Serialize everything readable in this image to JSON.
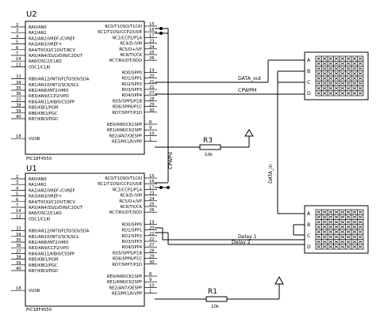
{
  "chips": [
    {
      "ref": "U2",
      "part": "PIC18F4550",
      "left_pins": [
        {
          "num": "2",
          "name": "RA0/AN0"
        },
        {
          "num": "3",
          "name": "RA1/AN1"
        },
        {
          "num": "4",
          "name": "RA2/AN2/VREF-/CVREF"
        },
        {
          "num": "5",
          "name": "RA3/AN3/VREF+"
        },
        {
          "num": "6",
          "name": "RA4/T0CKI/C1OUT/RCV"
        },
        {
          "num": "7",
          "name": "RA5/AN4/SS/LVDIN/C2OUT"
        },
        {
          "num": "14",
          "name": "RA6/OSC2/CLKO"
        },
        {
          "num": "13",
          "name": "OSC1/CLKI"
        },
        {
          "num": "33",
          "name": "RB0/AN12/INT0/FLT0/SDI/SDA"
        },
        {
          "num": "34",
          "name": "RB1/AN10/INT1/SCK/SCL"
        },
        {
          "num": "35",
          "name": "RB2/AN8/INT2/VMO"
        },
        {
          "num": "36",
          "name": "RB3/AN9/CCP2/VPO"
        },
        {
          "num": "37",
          "name": "RB4/AN11/KBI0/CSSPP"
        },
        {
          "num": "38",
          "name": "RB5/KBI1/PGM"
        },
        {
          "num": "39",
          "name": "RB6/KBI2/PGC"
        },
        {
          "num": "40",
          "name": "RB7/KBI3/PGD"
        },
        {
          "num": "18",
          "name": "VUSB"
        }
      ],
      "right_pins": [
        {
          "num": "15",
          "name": "RC0/T1OSO/T1CKI"
        },
        {
          "num": "16",
          "name": "RC1/T1OSI/CCP2/UOE"
        },
        {
          "num": "17",
          "name": "RC2/CCP1/P1A"
        },
        {
          "num": "23",
          "name": "RC4/D-/VM"
        },
        {
          "num": "24",
          "name": "RC5/D+/VP"
        },
        {
          "num": "25",
          "name": "RC6/TX/CK"
        },
        {
          "num": "26",
          "name": "RC7/RX/DT/SDO"
        },
        {
          "num": "19",
          "name": "RD0/SPP0"
        },
        {
          "num": "20",
          "name": "RD1/SPP1"
        },
        {
          "num": "21",
          "name": "RD2/SPP2"
        },
        {
          "num": "22",
          "name": "RD3/SPP3"
        },
        {
          "num": "27",
          "name": "RD4/SPP4"
        },
        {
          "num": "28",
          "name": "RD5/SPP5/P1B"
        },
        {
          "num": "29",
          "name": "RD6/SPP6/P1C"
        },
        {
          "num": "30",
          "name": "RD7/SPP7/P1D"
        },
        {
          "num": "8",
          "name": "RE0/AN5/CK1SPP"
        },
        {
          "num": "9",
          "name": "RE1/AN6/CK2SPP"
        },
        {
          "num": "10",
          "name": "RE2/AN7/OESPP"
        },
        {
          "num": "1",
          "name": "RE3/MCLR/VPP"
        }
      ]
    },
    {
      "ref": "U1",
      "part": "PIC18F4550",
      "left_pins": [
        {
          "num": "2",
          "name": "RA0/AN0"
        },
        {
          "num": "3",
          "name": "RA1/AN1"
        },
        {
          "num": "4",
          "name": "RA2/AN2/VREF-/CVREF"
        },
        {
          "num": "5",
          "name": "RA3/AN3/VREF+"
        },
        {
          "num": "6",
          "name": "RA4/T0CKI/C1OUT/RCV"
        },
        {
          "num": "7",
          "name": "RA5/AN4/SS/LVDIN/C2OUT"
        },
        {
          "num": "14",
          "name": "RA6/OSC2/CLKO"
        },
        {
          "num": "13",
          "name": "OSC1/CLKI"
        },
        {
          "num": "33",
          "name": "RB0/AN12/INT0/FLT0/SDI/SDA"
        },
        {
          "num": "34",
          "name": "RB1/AN10/INT1/SCK/SCL"
        },
        {
          "num": "35",
          "name": "RB2/AN8/INT2/VMO"
        },
        {
          "num": "36",
          "name": "RB3/AN9/CCP2/VPO"
        },
        {
          "num": "37",
          "name": "RB4/AN11/KBI0/CSSPP"
        },
        {
          "num": "38",
          "name": "RB5/KBI1/PGM"
        },
        {
          "num": "39",
          "name": "RB6/KBI2/PGC"
        },
        {
          "num": "40",
          "name": "RB7/KBI3/PGD"
        },
        {
          "num": "18",
          "name": "VUSB"
        }
      ],
      "right_pins": [
        {
          "num": "15",
          "name": "RC0/T1OSO/T1CKI"
        },
        {
          "num": "16",
          "name": "RC1/T1OSI/CCP2/UOE"
        },
        {
          "num": "17",
          "name": "RC2/CCP1/P1A"
        },
        {
          "num": "23",
          "name": "RC4/D-/VM"
        },
        {
          "num": "24",
          "name": "RC5/D+/VP"
        },
        {
          "num": "25",
          "name": "RC6/TX/CK"
        },
        {
          "num": "26",
          "name": "RC7/RX/DT/SDO"
        },
        {
          "num": "19",
          "name": "RD0/SPP0"
        },
        {
          "num": "20",
          "name": "RD1/SPP1"
        },
        {
          "num": "21",
          "name": "RD2/SPP2"
        },
        {
          "num": "22",
          "name": "RD3/SPP3"
        },
        {
          "num": "27",
          "name": "RD4/SPP4"
        },
        {
          "num": "28",
          "name": "RD5/SPP5/P1B"
        },
        {
          "num": "29",
          "name": "RD6/SPP6/P1C"
        },
        {
          "num": "30",
          "name": "RD7/SPP7/P1D"
        },
        {
          "num": "8",
          "name": "RE0/AN5/CK1SPP"
        },
        {
          "num": "9",
          "name": "RE1/AN6/CK2SPP"
        },
        {
          "num": "10",
          "name": "RE2/AN7/OESPP"
        },
        {
          "num": "1",
          "name": "RE3/MCLR/VPP"
        }
      ]
    }
  ],
  "resistors": [
    {
      "ref": "R3",
      "value": "10k"
    },
    {
      "ref": "R1",
      "value": "10k"
    }
  ],
  "nets": {
    "data_out": "DATA_out",
    "cpwpm": "CPWPM",
    "cpwpd": "CPWPd",
    "data_in": "DATA_in",
    "delay1": "Delay 1",
    "delay2": "Delay 2"
  },
  "matrix_pins": [
    "A",
    "B",
    "C",
    "D"
  ]
}
